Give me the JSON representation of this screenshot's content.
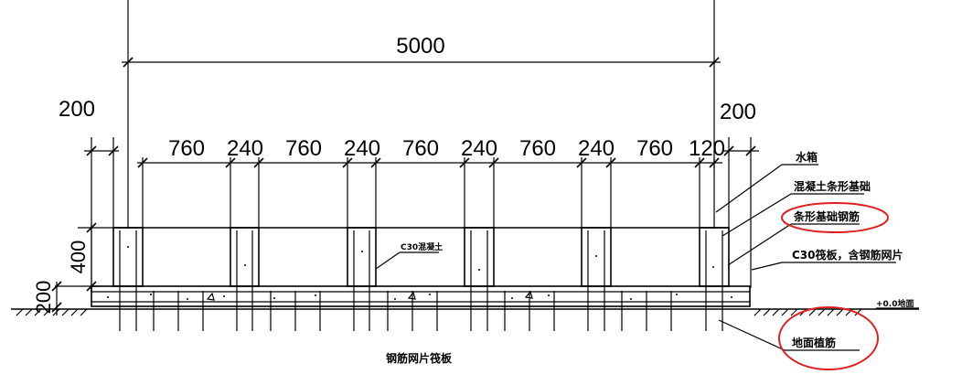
{
  "dimensions": {
    "overall": "5000",
    "left_offset": "200",
    "right_offset": "200",
    "segments": [
      "760",
      "240",
      "760",
      "240",
      "760",
      "240",
      "760",
      "240",
      "760",
      "120"
    ],
    "wall_height": "400",
    "slab_thickness": "200"
  },
  "labels": {
    "water_tank": "水箱",
    "strip_foundation": "混凝土条形基础",
    "strip_rebar": "条形基础钢筋",
    "raft_slab": "C30筏板，含钢筋网片",
    "ground_level": "+0.0地面",
    "planted_rebar": "地面植筋",
    "inner_concrete": "C30混凝土",
    "caption": "钢筋网片筏板"
  },
  "highlight_color": "#e02020"
}
